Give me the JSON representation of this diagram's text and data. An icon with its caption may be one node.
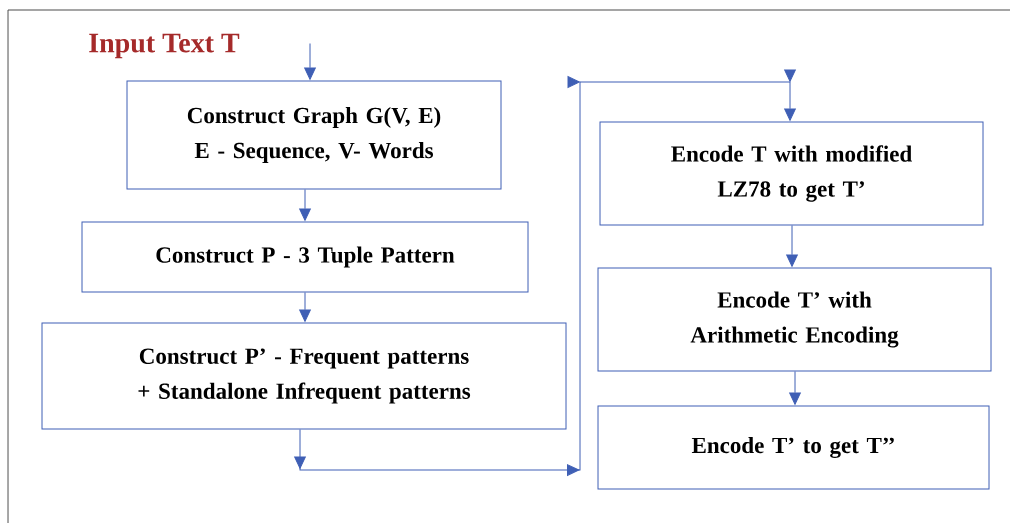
{
  "diagram": {
    "nodes": [
      {
        "text": [
          "Construct Graph G(V, E) E - Sequence, V- Words"
        ]
      },
      {
        "text": [
          "Construct P - 3 Tuple Pattern"
        ]
      },
      {
        "text": [
          "Construct P’ - Frequent patterns + Standalone Infrequent patterns"
        ]
      },
      {
        "text": [
          "Encode T with modified LZ78 to get T’"
        ]
      },
      {
        "text": [
          "Encode T’ with Arithmetic Encoding"
        ]
      },
      {
        "text": [
          "Encode T’ to get T’’"
        ]
      }
    ],
    "edges": [
      {
        "from": null,
        "to": 0,
        "arrow": "to"
      },
      {
        "from": 0,
        "to": 1,
        "arrow": "to"
      },
      {
        "from": 1,
        "to": 2,
        "arrow": "to"
      },
      {
        "from": 2,
        "to": 3,
        "arrow": "to"
      },
      {
        "from": 3,
        "to": 4,
        "arrow": "to"
      },
      {
        "from": 4,
        "to": 5,
        "arrow": "to"
      }
    ],
    "labels": [
      "Input Text T"
    ]
  }
}
